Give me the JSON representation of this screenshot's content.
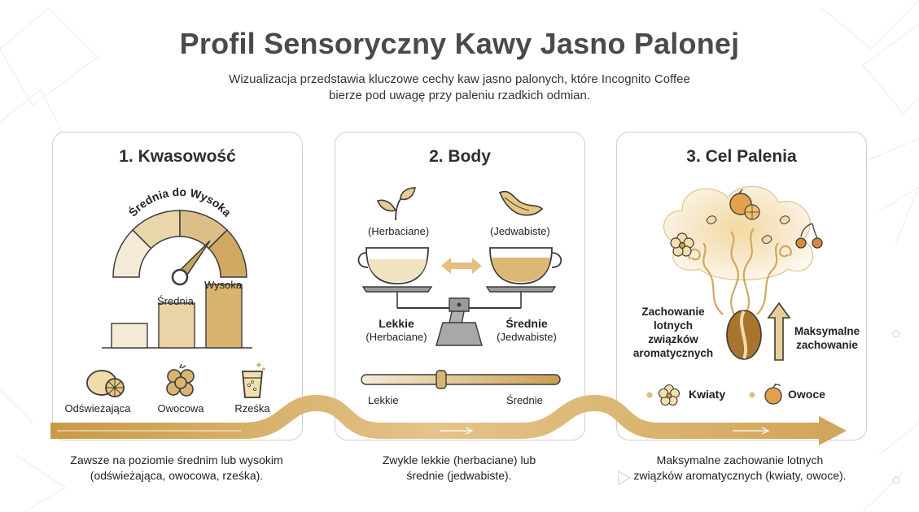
{
  "header": {
    "title": "Profil Sensoryczny Kawy Jasno Palonej",
    "subtitle_line1": "Wizualizacja przedstawia kluczowe cechy kaw jasno palonych, które Incognito Coffee",
    "subtitle_line2": "bierze pod uwagę przy paleniu rzadkich odmian."
  },
  "panel_acidity": {
    "title": "1. Kwasowość",
    "gauge_label": "Średnia do Wysoka",
    "gauge_level": 0.72,
    "bar_labels": {
      "medium": "Średnia",
      "high": "Wysoka"
    },
    "bars": [
      0.3,
      0.55,
      0.78
    ],
    "traits": [
      "Odświeżająca",
      "Owocowa",
      "Rześka"
    ],
    "caption_line1": "Zawsze na poziomie średnim lub wysokim",
    "caption_line2": "(odświeżająca, owocowa, rześka)."
  },
  "panel_body": {
    "title": "2. Body",
    "left_cup_tag": "(Herbaciane)",
    "right_cup_tag": "(Jedwabiste)",
    "left_name": "Lekkie",
    "left_sub": "(Herbaciane)",
    "right_name": "Średnie",
    "right_sub": "(Jedwabiste)",
    "slider_left": "Lekkie",
    "slider_right": "Średnie",
    "slider_position": 0.4,
    "caption_line1": "Zwykle lekkie (herbaciane) lub",
    "caption_line2": "średnie (jedwabiste)."
  },
  "panel_roast": {
    "title": "3. Cel Palenia",
    "left_label": [
      "Zachowanie",
      "lotnych",
      "związków",
      "aromatycznych"
    ],
    "right_label": [
      "Maksymalne",
      "zachowanie"
    ],
    "legend": [
      "Kwiaty",
      "Owoce"
    ],
    "caption_line1": "Maksymalne zachowanie lotnych",
    "caption_line2": "związków aromatycznych (kwiaty, owoce)."
  },
  "colors": {
    "gold": "#c9a45c",
    "light_gold": "#e8d3a6",
    "pale": "#f4ead6",
    "dark": "#3b3b3b",
    "grey": "#8a8a8a"
  }
}
